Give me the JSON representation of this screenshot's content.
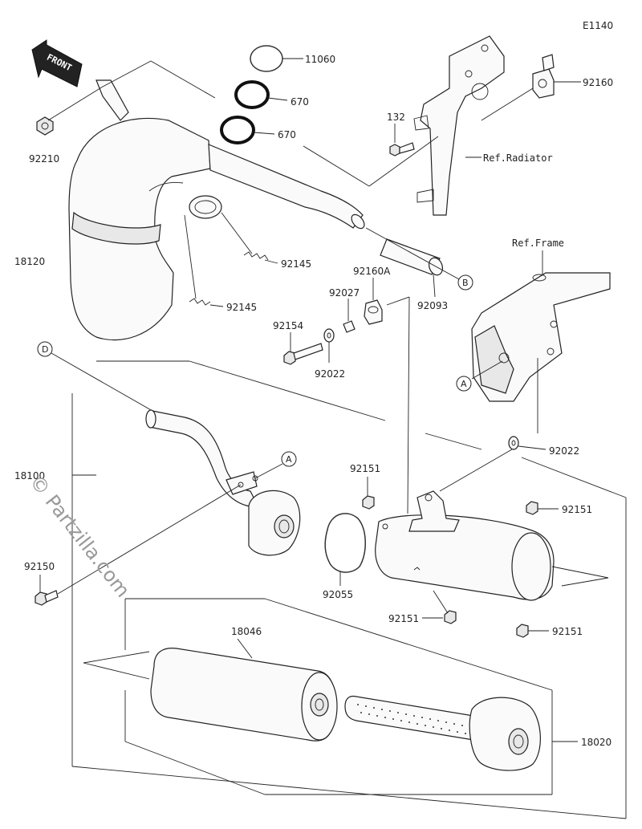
{
  "diagram_code": "E1140",
  "front_label": "FRONT",
  "watermark": "© Partzilla.com",
  "refs": {
    "radiator": "Ref.Radiator",
    "frame": "Ref.Frame"
  },
  "callouts": {
    "A": "A",
    "B": "B",
    "D": "D"
  },
  "parts": {
    "p11060": "11060",
    "p670a": "670",
    "p670b": "670",
    "p92210": "92210",
    "p18120": "18120",
    "p92145a": "92145",
    "p92145b": "92145",
    "p132": "132",
    "p92160": "92160",
    "p92093": "92093",
    "p92160A": "92160A",
    "p92027": "92027",
    "p92154": "92154",
    "p92022a": "92022",
    "p92022b": "92022",
    "p18100": "18100",
    "p92151a": "92151",
    "p92151b": "92151",
    "p92151c": "92151",
    "p92151d": "92151",
    "p92150": "92150",
    "p92055": "92055",
    "p18046": "18046",
    "p18020": "18020"
  }
}
